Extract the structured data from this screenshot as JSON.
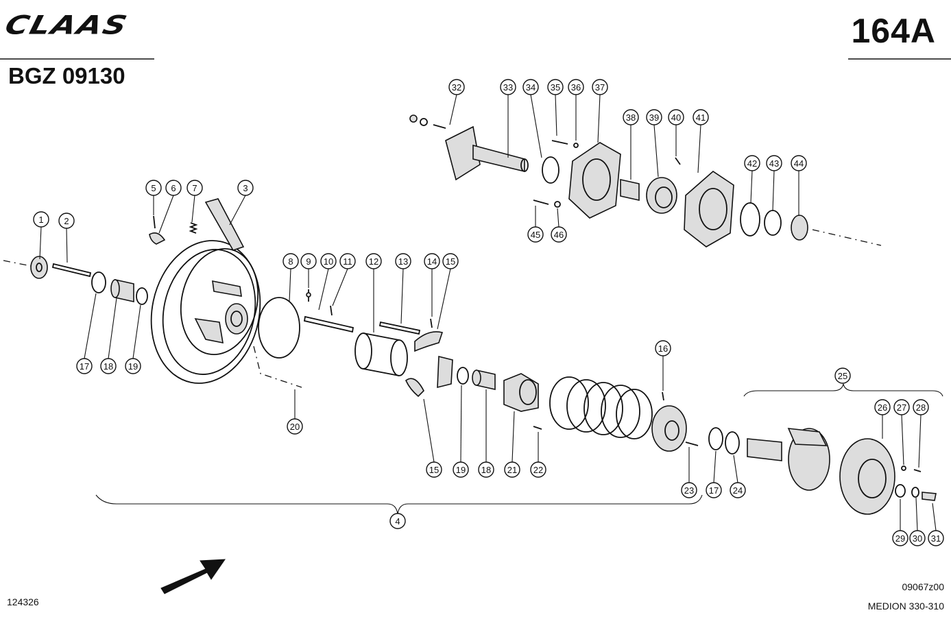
{
  "header": {
    "brand_logo_text": "CLAAS",
    "page_code": "164A",
    "document_number": "BGZ 09130"
  },
  "footer": {
    "left_code": "124326",
    "right_code": "09067z00",
    "model": "MEDION 330-310"
  },
  "callouts": [
    "1",
    "2",
    "3",
    "4",
    "5",
    "6",
    "7",
    "8",
    "9",
    "10",
    "11",
    "12",
    "13",
    "14",
    "15",
    "15",
    "16",
    "17",
    "17",
    "18",
    "18",
    "19",
    "19",
    "20",
    "21",
    "22",
    "23",
    "24",
    "25",
    "26",
    "27",
    "28",
    "29",
    "30",
    "31",
    "32",
    "33",
    "34",
    "35",
    "36",
    "37",
    "38",
    "39",
    "40",
    "41",
    "42",
    "43",
    "44",
    "45",
    "46"
  ],
  "icons": {
    "direction_arrow": "arrow-icon"
  }
}
